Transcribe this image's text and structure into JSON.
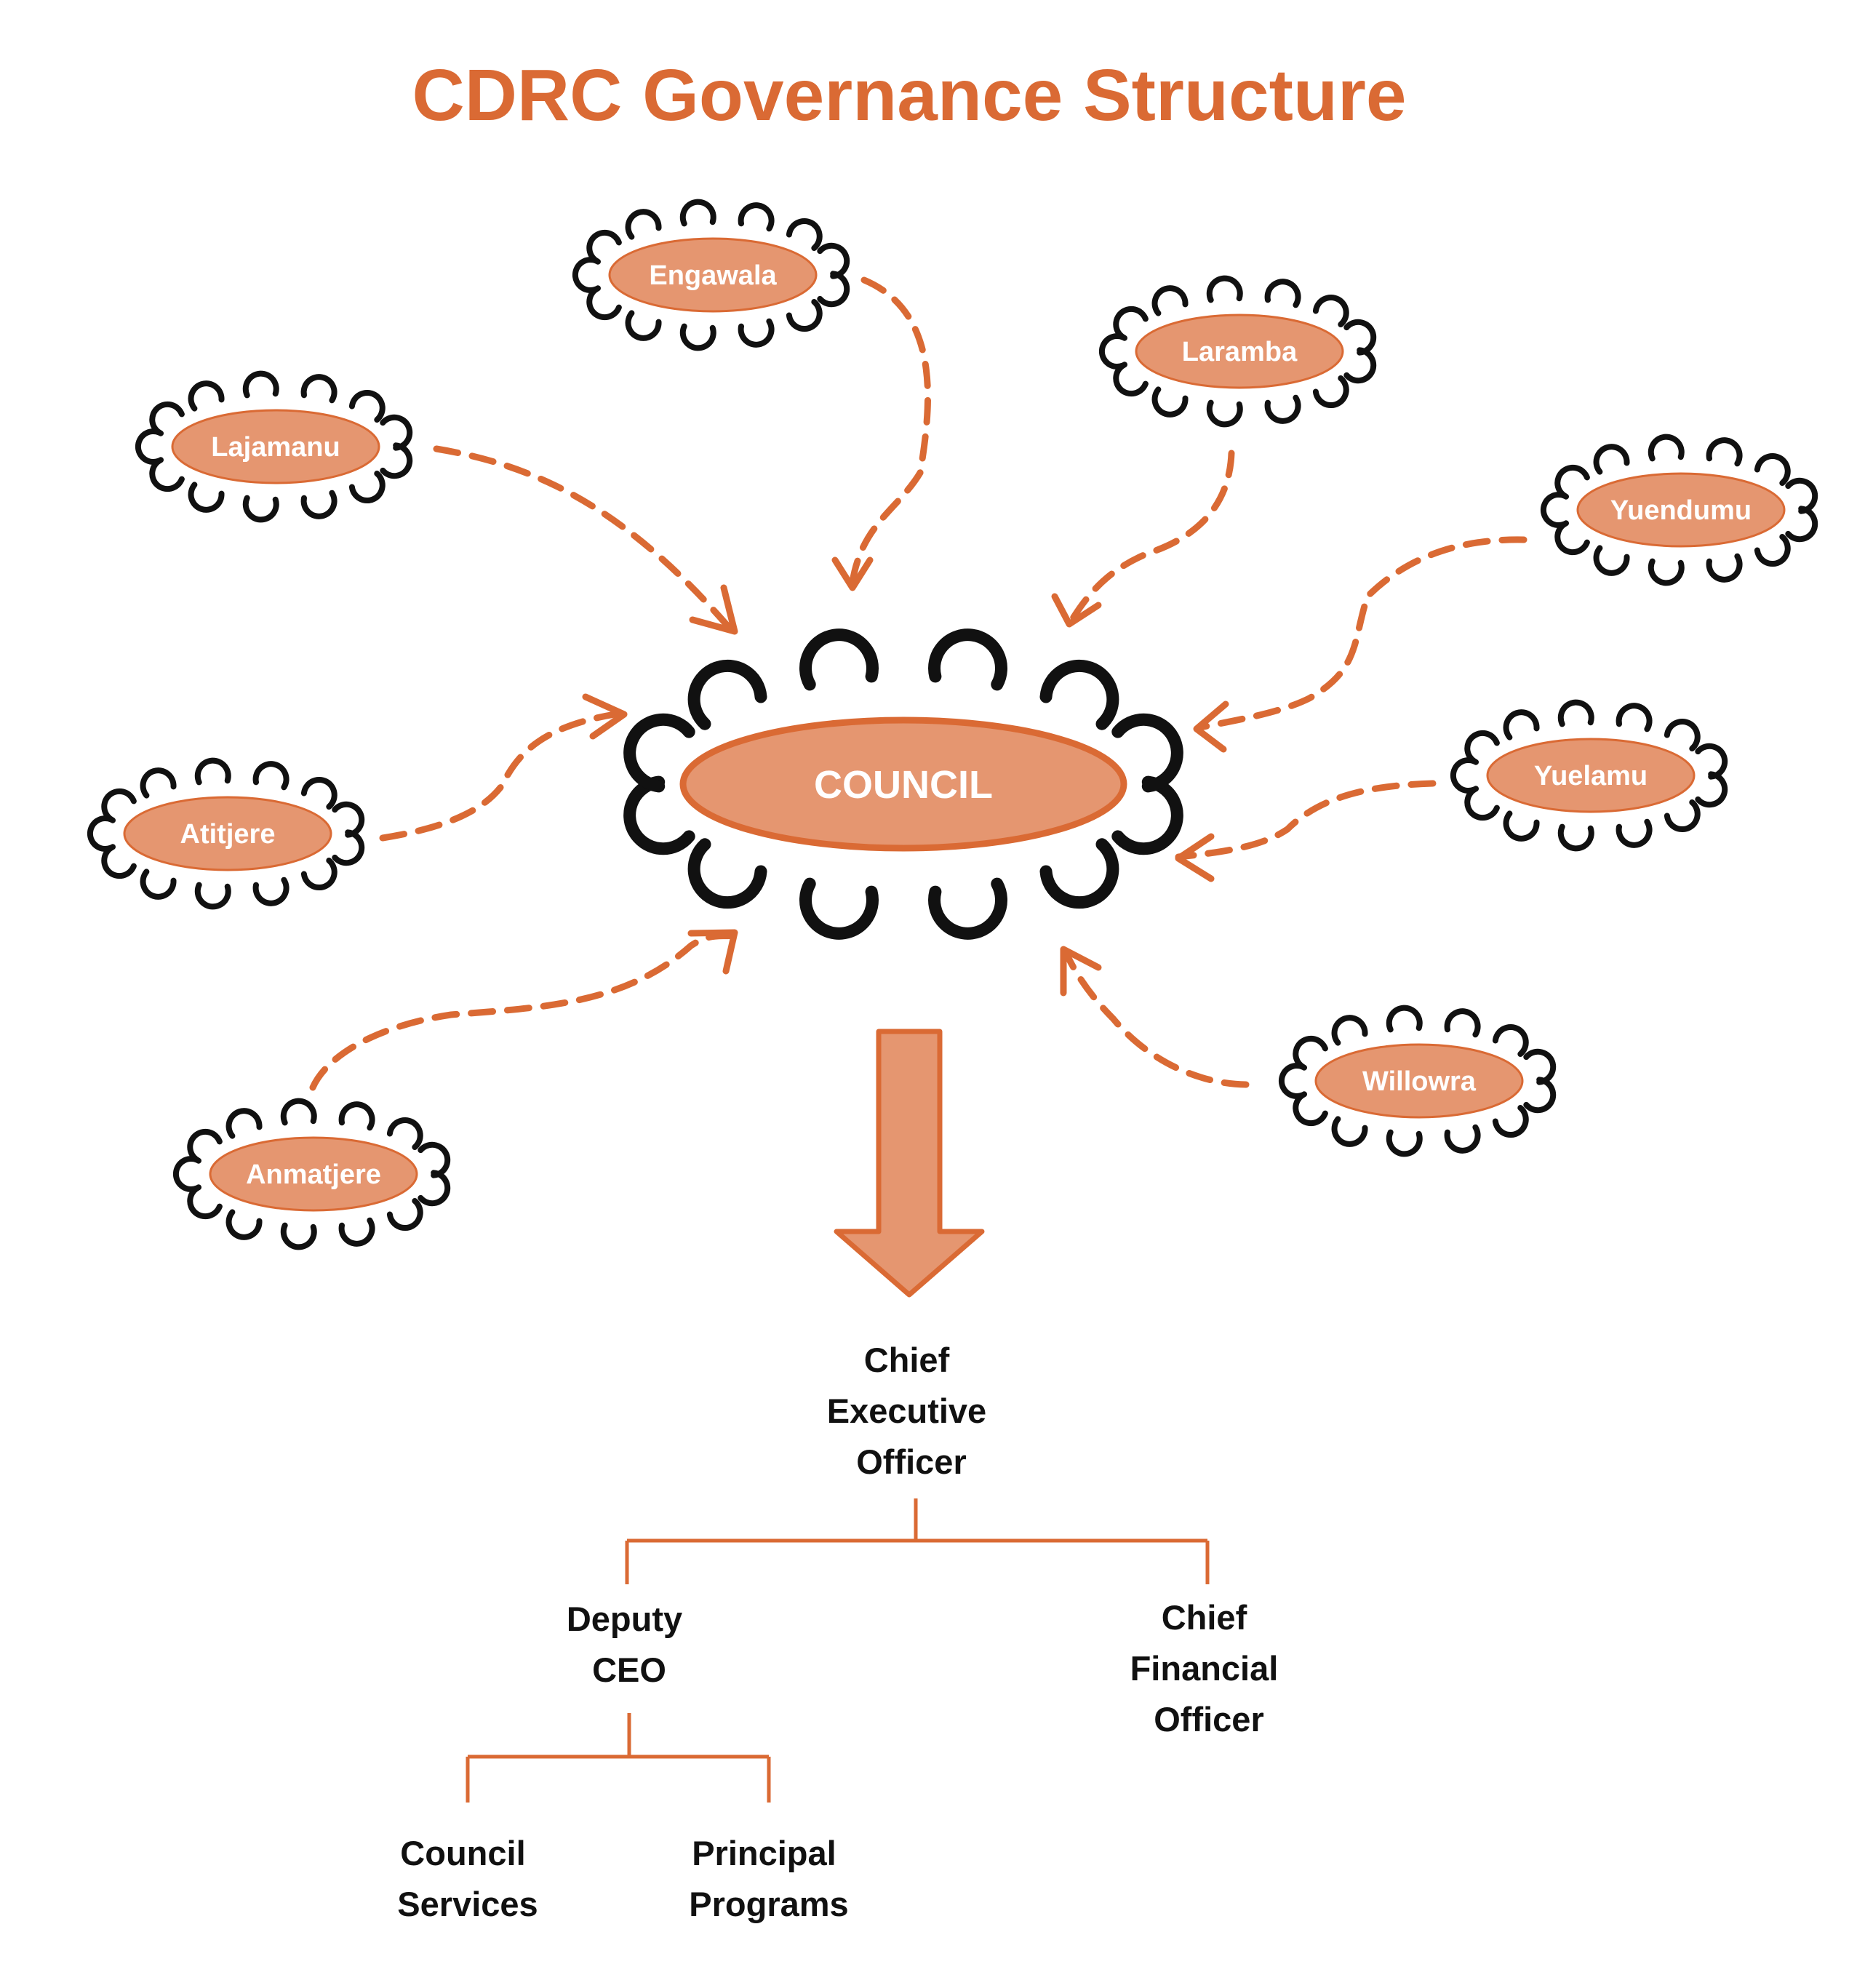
{
  "title": "CDRC Governance Structure",
  "colors": {
    "accent": "#DA6A34",
    "pill_fill": "#E59670",
    "outline": "#111111"
  },
  "center": {
    "label": "COUNCIL"
  },
  "communities": [
    {
      "id": "engawala",
      "label": "Engawala"
    },
    {
      "id": "laramba",
      "label": "Laramba"
    },
    {
      "id": "lajamanu",
      "label": "Lajamanu"
    },
    {
      "id": "yuendumu",
      "label": "Yuendumu"
    },
    {
      "id": "yuelamu",
      "label": "Yuelamu"
    },
    {
      "id": "atitjere",
      "label": "Atitjere"
    },
    {
      "id": "willowra",
      "label": "Willowra"
    },
    {
      "id": "anmatjere",
      "label": "Anmatjere"
    }
  ],
  "org_chart": {
    "ceo": [
      "Chief",
      "Executive",
      "Officer"
    ],
    "deputy": [
      "Deputy",
      "CEO"
    ],
    "cfo": [
      "Chief",
      "Financial",
      "Officer"
    ],
    "council_services": [
      "Council",
      "Services"
    ],
    "principal_programs": [
      "Principal",
      "Programs"
    ]
  }
}
